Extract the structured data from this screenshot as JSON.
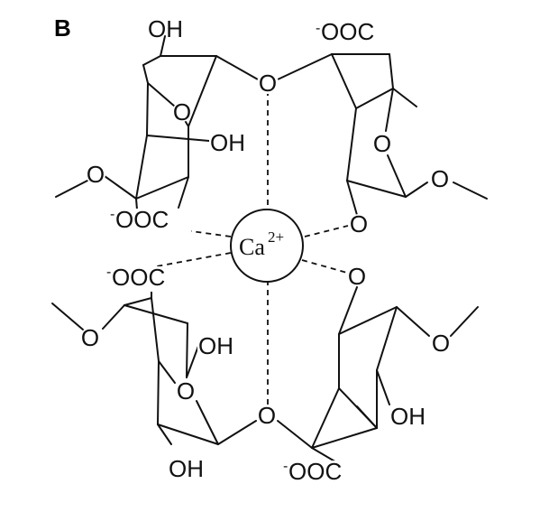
{
  "figure": {
    "panel_label": "B",
    "ion": {
      "symbol": "Ca",
      "charge": "2+"
    },
    "oxygen_label": "O",
    "hydroxyl_label": "OH",
    "carboxylate_minus": "-",
    "carboxylate_label": "OOC"
  }
}
